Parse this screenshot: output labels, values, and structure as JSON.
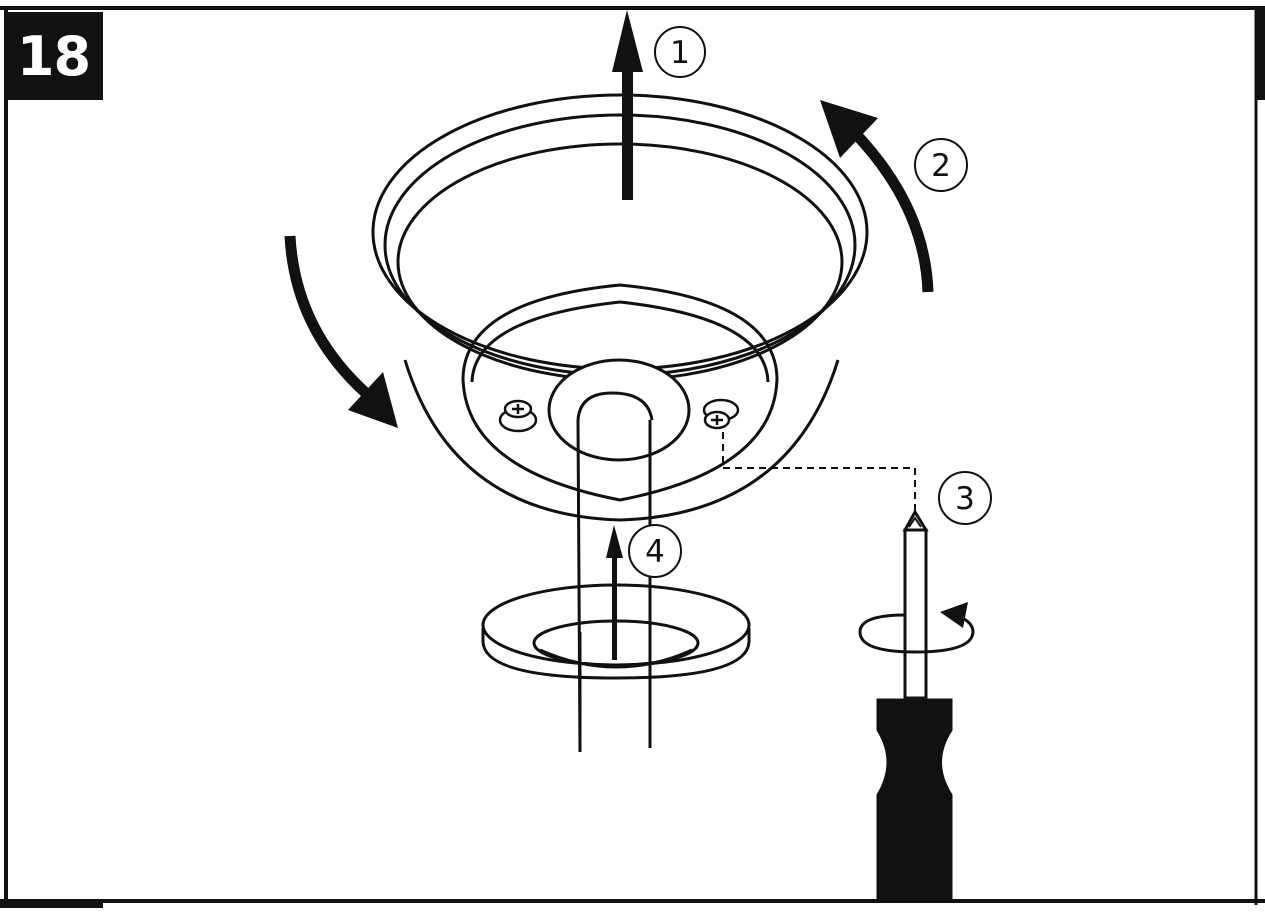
{
  "step": {
    "number": "18"
  },
  "callouts": {
    "c1": "1",
    "c2": "2",
    "c3": "3",
    "c4": "4"
  },
  "icons": [
    "up-arrow-icon",
    "curved-arrow-icon",
    "screwdriver-icon",
    "rotation-arrow-icon",
    "screw-icon"
  ],
  "colors": {
    "ink": "#111111",
    "paper": "#ffffff"
  }
}
